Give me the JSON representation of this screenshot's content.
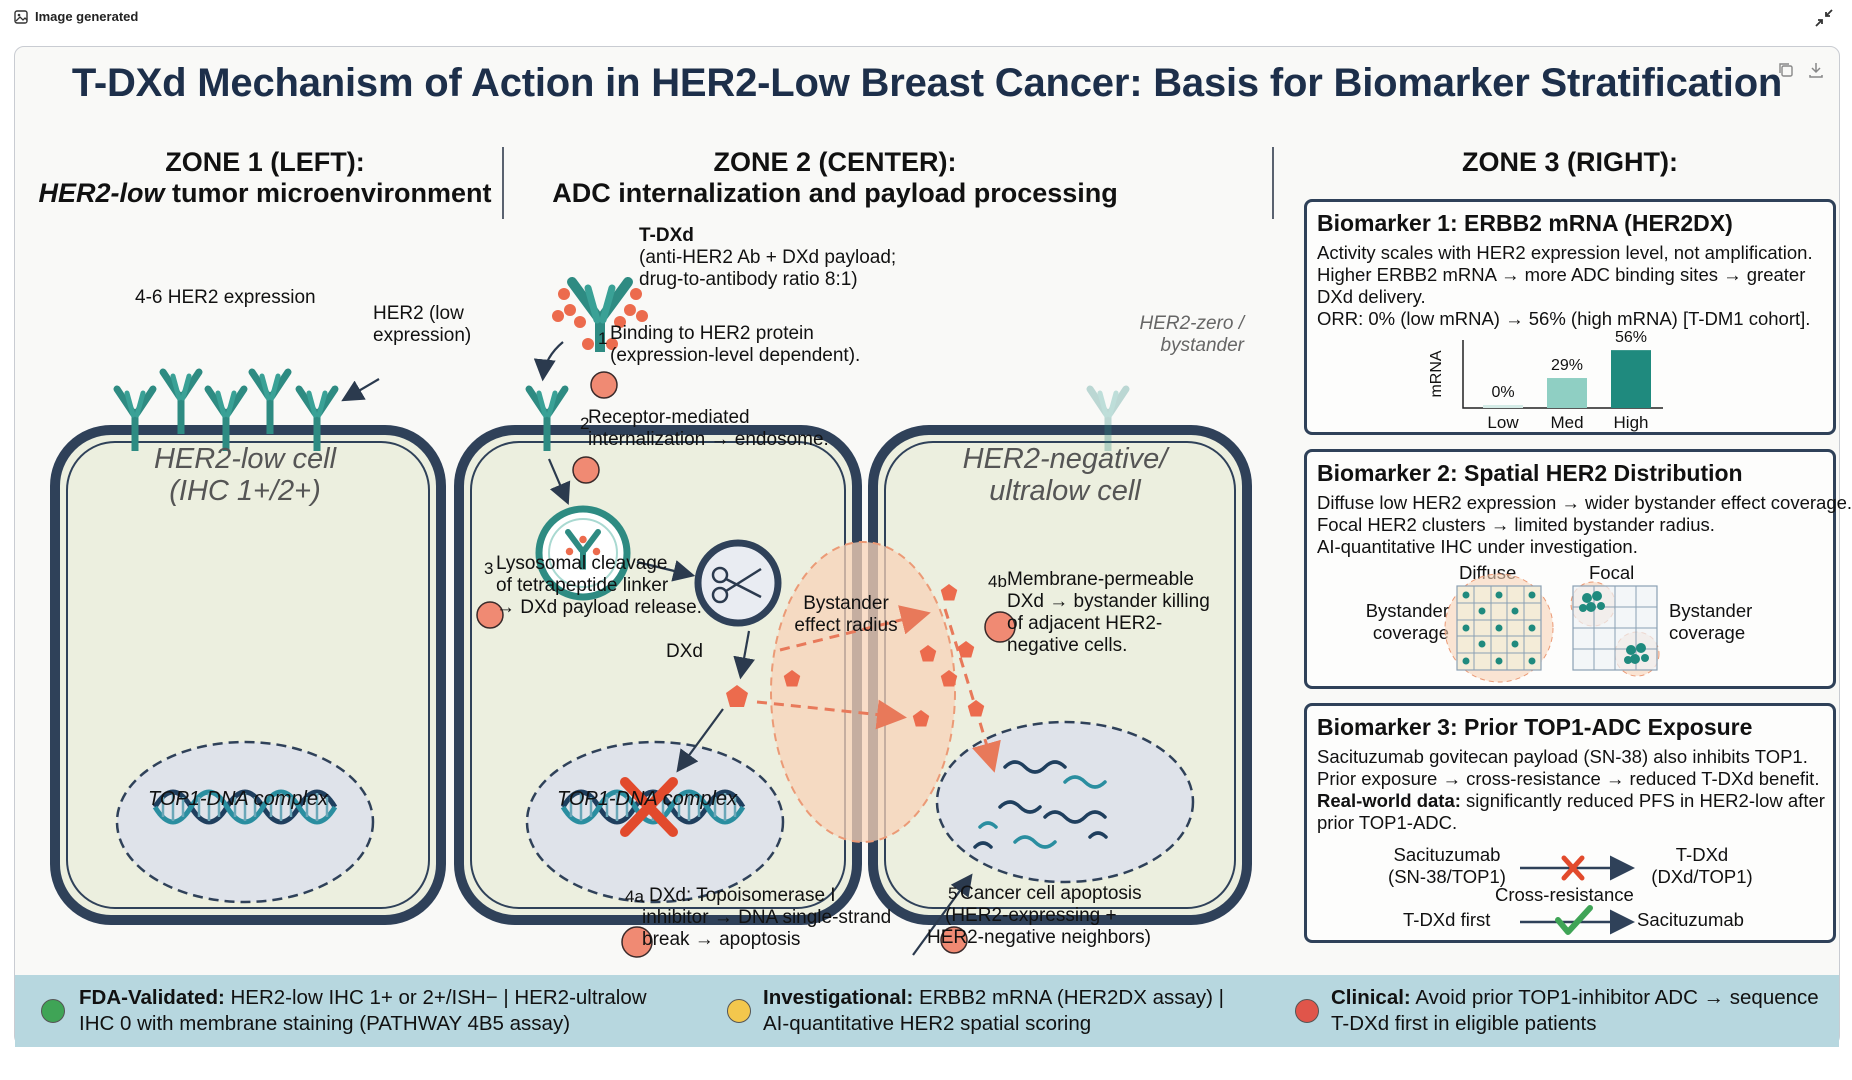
{
  "window": {
    "label": "Image generated"
  },
  "title": "T-DXd Mechanism of Action in HER2-Low Breast Cancer: Basis for Biomarker Stratification",
  "zones": {
    "z1_line1": "ZONE 1 (LEFT):",
    "z1_line2_em": "HER2-low",
    "z1_line2_rest": " tumor microenvironment",
    "z2_line1": "ZONE 2 (CENTER):",
    "z2_line2": "ADC internalization and payload processing",
    "z3_line1": "ZONE 3 (RIGHT):"
  },
  "diagram": {
    "her2_expr_label": "4-6 HER2 expression",
    "her2_low_label_1": "HER2 (low",
    "her2_low_label_2": "expression)",
    "cell1_line1": "HER2-low cell",
    "cell1_line2": "(IHC 1+/2+)",
    "nucleus_label": "TOP1-DNA complex",
    "tdxd_name": "T-DXd",
    "tdxd_desc_1": "(anti-HER2 Ab + DXd payload;",
    "tdxd_desc_2": "drug-to-antibody ratio 8:1)",
    "step1_num": "1",
    "step1_line1": "Binding to HER2 protein",
    "step1_line2": "(expression-level dependent).",
    "step2_num": "2",
    "step2_line1": "Receptor-mediated",
    "step2_line2": "internalization → endosome.",
    "step3_num": "3",
    "step3_line1": "Lysosomal cleavage",
    "step3_line2": "of tetrapeptide linker",
    "step3_line3": "→ DXd payload release.",
    "dxd_label": "DXd",
    "bystander_line1": "Bystander",
    "bystander_line2": "effect radius",
    "her2_zero_line1": "HER2-zero /",
    "her2_zero_line2": "bystander",
    "cell3_line1": "HER2-negative/",
    "cell3_line2": "ultralow cell",
    "step4b_num": "4b",
    "step4b_line1": "Membrane-permeable",
    "step4b_line2": "DXd → bystander killing",
    "step4b_line3": "of adjacent HER2-",
    "step4b_line4": "negative cells.",
    "step4a_num": "4a",
    "step4a_line1": "DXd: Topoisomerase I",
    "step4a_line2": "inhibitor → DNA single-strand",
    "step4a_line3": "break → apoptosis",
    "step5_num": "5",
    "step5_line1": "Cancer cell apoptosis",
    "step5_line2": "(HER2-expressing +",
    "step5_line3": "HER2-negative neighbors)"
  },
  "biomarker1": {
    "heading": "Biomarker 1: ERBB2 mRNA (HER2DX)",
    "lines": [
      "Activity scales with HER2 expression level, not amplification.",
      "Higher ERBB2 mRNA → more ADC binding sites → greater",
      "DXd delivery.",
      "ORR: 0% (low mRNA) → 56% (high mRNA) [T-DM1 cohort]."
    ]
  },
  "chart_data": {
    "type": "bar",
    "categories": [
      "Low",
      "Med",
      "High"
    ],
    "values": [
      0,
      29,
      56
    ],
    "value_labels": [
      "0%",
      "29%",
      "56%"
    ],
    "ylabel": "mRNA",
    "ylim": [
      0,
      60
    ],
    "colors": [
      "#d4ebe6",
      "#8fcfc3",
      "#1f8a7e"
    ]
  },
  "biomarker2": {
    "heading": "Biomarker 2: Spatial HER2 Distribution",
    "lines": [
      "Diffuse low HER2 expression → wider bystander effect coverage.",
      "Focal HER2 clusters → limited bystander radius.",
      "AI-quantitative IHC under investigation."
    ],
    "diffuse_label": "Diffuse",
    "focal_label": "Focal",
    "bystander_left_1": "Bystander",
    "bystander_left_2": "coverage",
    "bystander_right_1": "Bystander",
    "bystander_right_2": "coverage"
  },
  "biomarker3": {
    "heading": "Biomarker 3: Prior TOP1-ADC Exposure",
    "line1": "Sacituzumab govitecan payload (SN-38) also inhibits TOP1.",
    "line2": "Prior exposure → cross-resistance → reduced T-DXd benefit.",
    "line3_bold": "Real-world data:",
    "line3_rest": " significantly reduced PFS in HER2-low after",
    "line4": "prior TOP1-ADC.",
    "left_drug_1": "Sacituzumab",
    "left_drug_2": "(SN-38/TOP1)",
    "right_drug_1": "T-DXd",
    "right_drug_2": "(DXd/TOP1)",
    "cross_label": "Cross-resistance",
    "seq_first": "T-DXd first",
    "seq_second": "Sacituzumab"
  },
  "footer": {
    "item1_bold": "FDA-Validated:",
    "item1_rest": " HER2-low IHC 1+ or 2+/ISH− | HER2-ultralow",
    "item1_line2": "IHC 0 with membrane staining (PATHWAY 4B5 assay)",
    "item2_bold": "Investigational:",
    "item2_rest": " ERBB2 mRNA (HER2DX assay) |",
    "item2_line2": "AI-quantitative HER2 spatial scoring",
    "item3_bold": "Clinical:",
    "item3_rest": " Avoid prior TOP1-inhibitor ADC → sequence",
    "item3_line2": "T-DXd first in eligible patients",
    "colors": {
      "green": "#3fa456",
      "yellow": "#f3c74d",
      "red": "#e0554a"
    }
  },
  "colors": {
    "title": "#1d2f4a",
    "receptor": "#2e8b82",
    "cell_fill": "#ecefdf",
    "cell_border": "#2f4159",
    "nucleus": "#dfe3ea",
    "badge": "#f08a73",
    "payload": "#ec6b4d",
    "halo": "#f8d3b8"
  }
}
